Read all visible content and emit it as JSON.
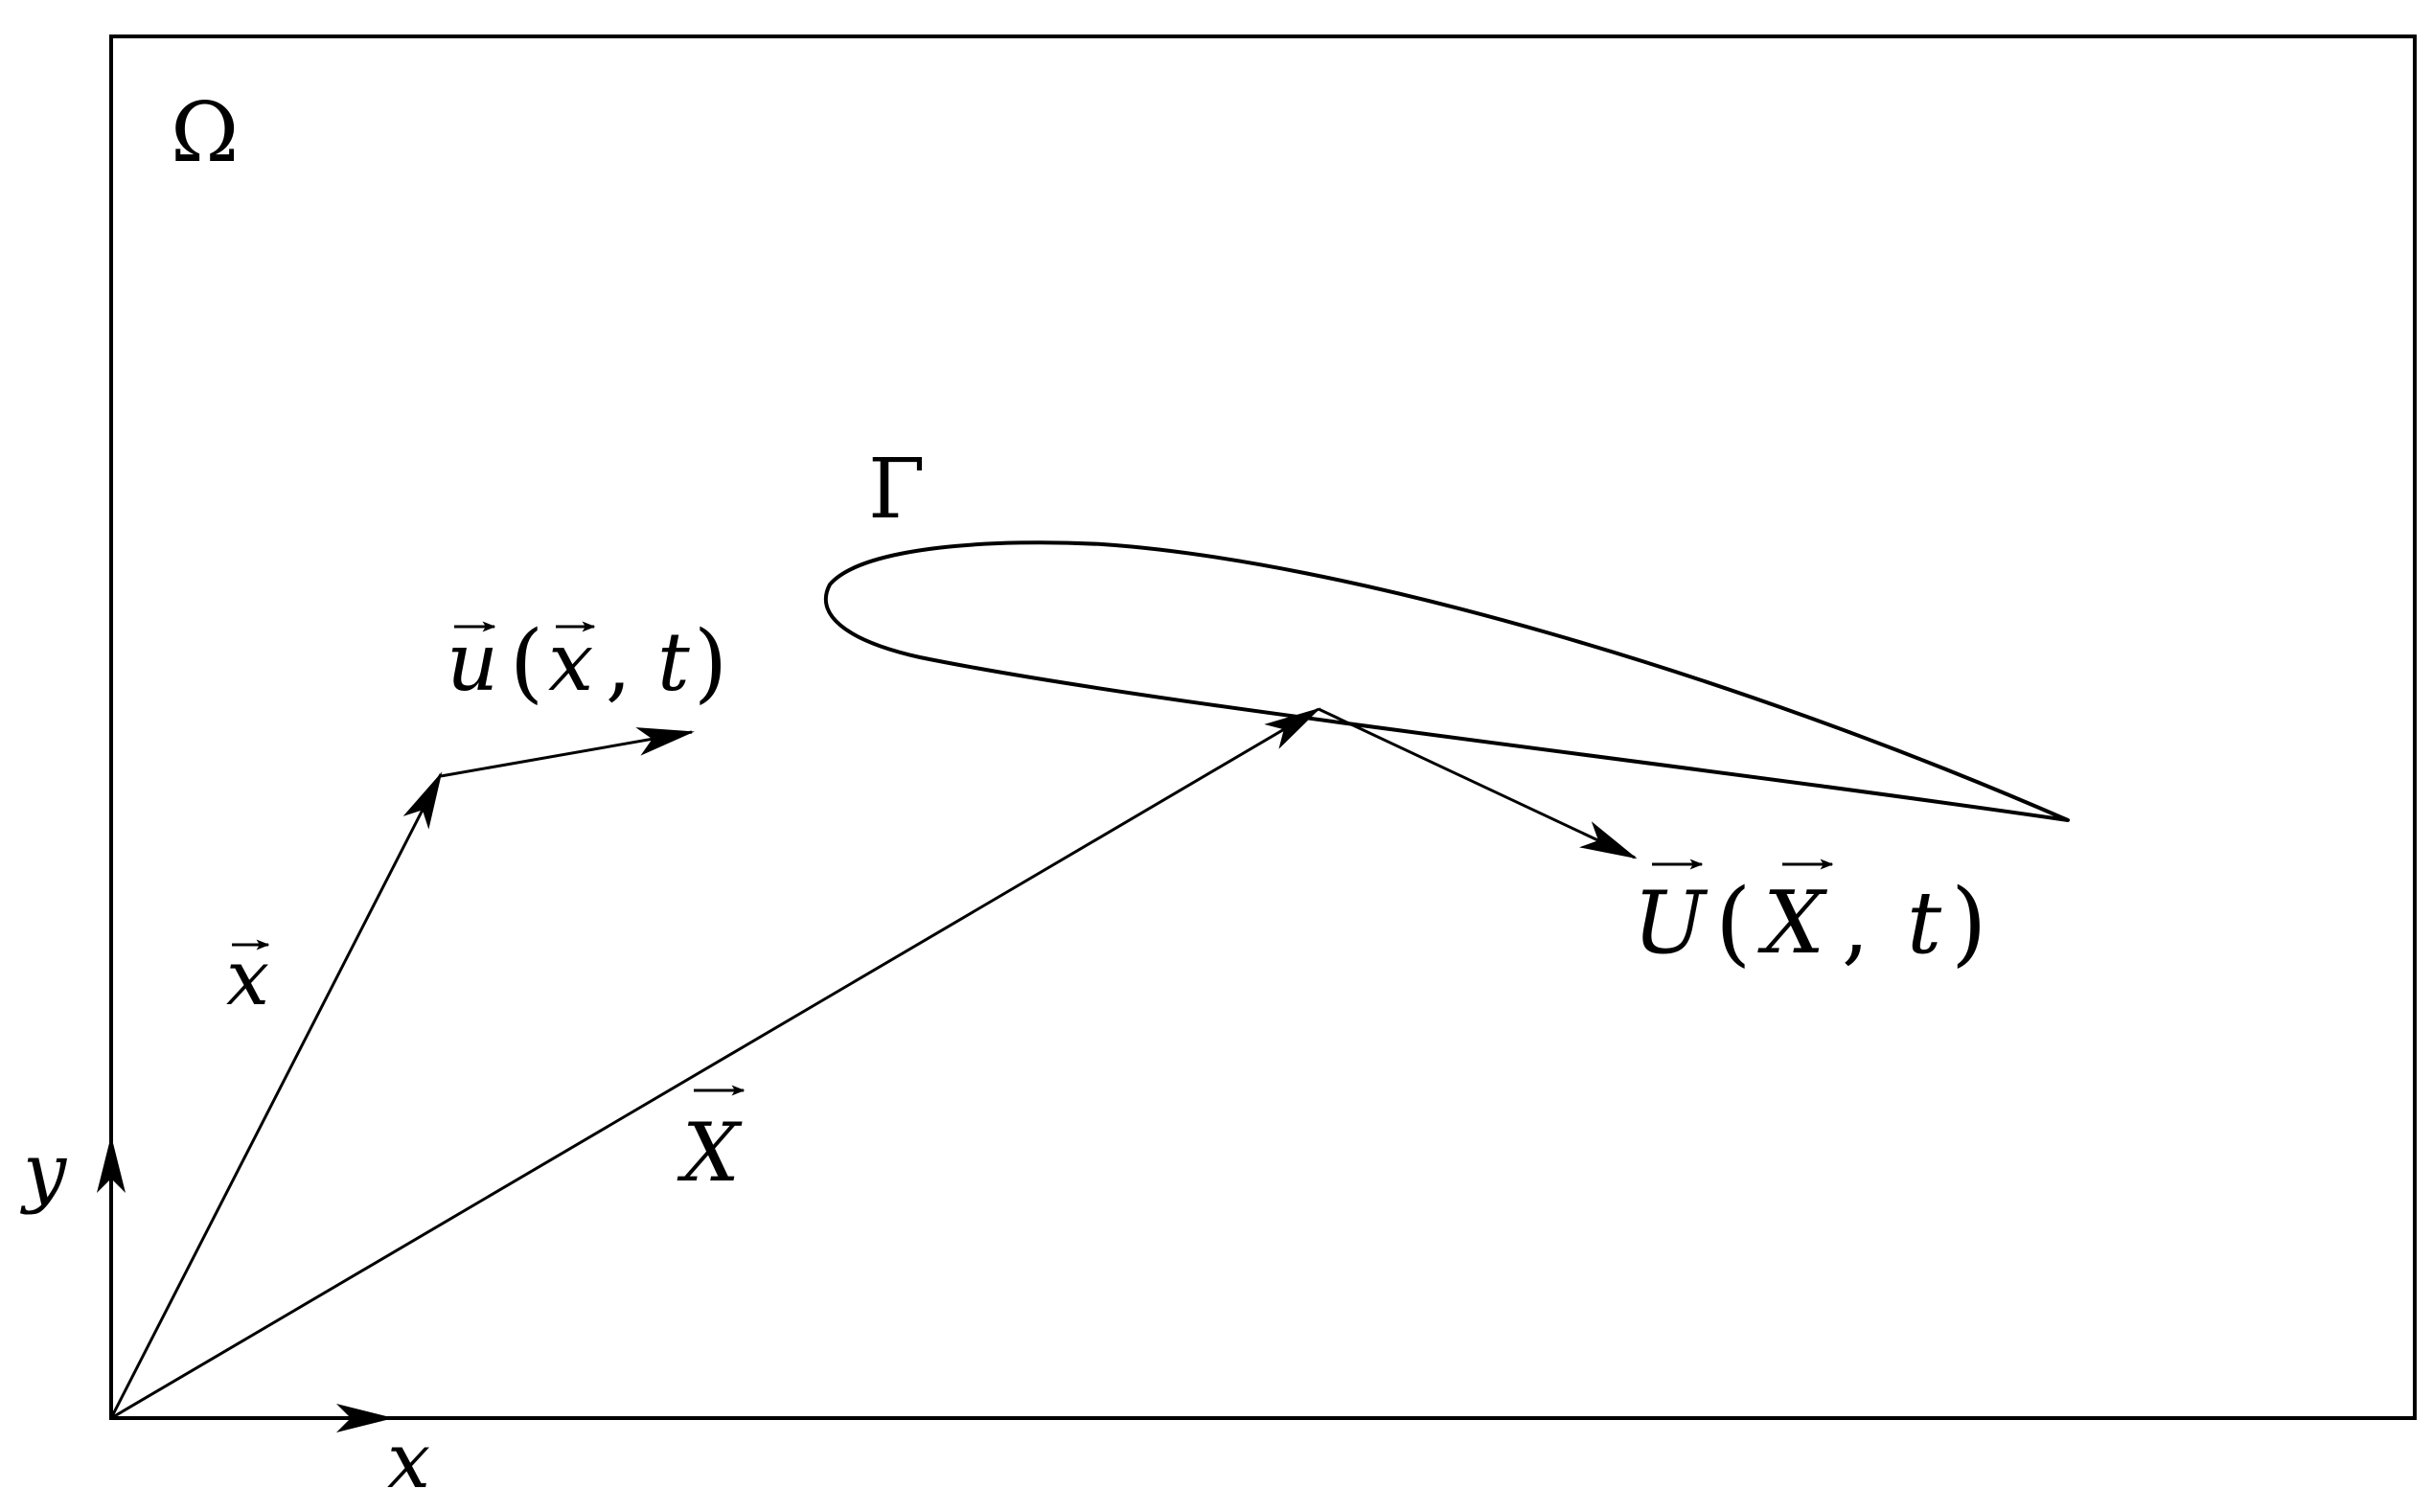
{
  "labels": {
    "domain": "Ω",
    "boundary": "Γ",
    "axis_x": "x",
    "axis_y": "y",
    "pos_x": "x",
    "pos_X": "X",
    "fluid_u": "u",
    "fluid_u_arg_x": "x",
    "fluid_u_arg_t": "t",
    "solid_U": "U",
    "solid_U_arg_X": "X",
    "solid_U_arg_t": "t",
    "paren_open": "(",
    "paren_close": ")",
    "comma": ","
  },
  "colors": {
    "stroke": "#000000",
    "background": "#ffffff"
  }
}
